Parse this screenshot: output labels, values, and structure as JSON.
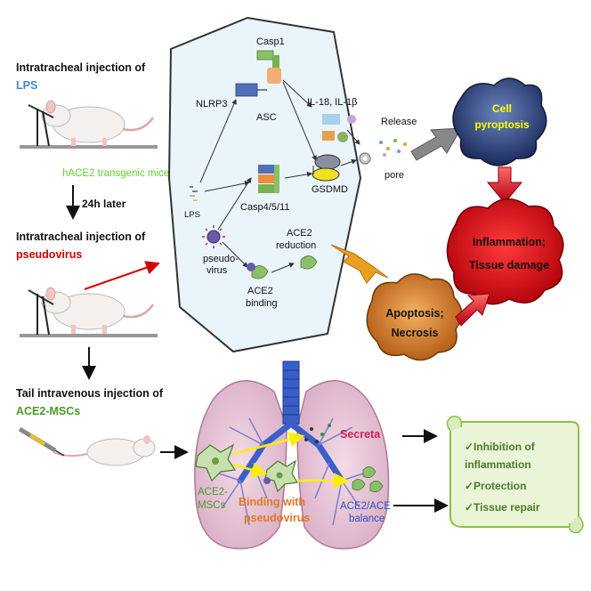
{
  "left": {
    "step1_line1": "Intratracheal injection of",
    "step1_agent": "LPS",
    "mice_label": "hACE2 transgenic mice",
    "delay": "24h later",
    "step2_line1": "Intratracheal injection of",
    "step2_agent": "pseudovirus",
    "step3_line1": "Tail intravenous injection of",
    "step3_agent": "ACE2-MSCs"
  },
  "mechanism": {
    "casp1": "Casp1",
    "nlrp3": "NLRP3",
    "asc": "ASC",
    "il": "IL-18, IL-1β",
    "release": "Release",
    "pore": "pore",
    "gsdmd": "GSDMD",
    "casp4511": "Casp4/5/11",
    "lps": "LPS",
    "pseudo_line1": "pseudo-",
    "pseudo_line2": "virus",
    "ace2red_line1": "ACE2",
    "ace2red_line2": "reduction",
    "ace2bind_line1": "ACE2",
    "ace2bind_line2": "binding"
  },
  "outcomes": {
    "pyro_line1": "Cell",
    "pyro_line2": "pyroptosis",
    "inflam_line1": "Inflammation;",
    "inflam_line2": "Tissue damage",
    "apop_line1": "Apoptosis;",
    "apop_line2": "Necrosis"
  },
  "lung": {
    "secreta": "Secreta",
    "msc_line1": "ACE2-",
    "msc_line2": "MSCs",
    "bind_line1": "Binding with",
    "bind_line2": "pseudovirus",
    "balance_line1": "ACE2/ACE",
    "balance_line2": "balance"
  },
  "scroll": {
    "item1_line1": "✓Inhibition of",
    "item1_line2": "inflammation",
    "item2": "✓Protection",
    "item3": "✓Tissue repair"
  },
  "colors": {
    "lps_blue": "#4a86c8",
    "mice_green": "#66cc33",
    "pseudovirus_red": "#cc0000",
    "msc_green": "#4a9a2a",
    "pyroptosis_yellow": "#ffff00",
    "inflammation_red": "#e0141e",
    "apoptosis_orange": "#d8782a",
    "secreta_red": "#d02050",
    "binding_orange": "#e07820",
    "balance_blue": "#3050c0",
    "scroll_fill": "#eaf5d8",
    "scroll_border": "#8cc04a"
  },
  "icons": [
    "mouse-icon",
    "syringe-icon",
    "lung-icon",
    "virus-icon",
    "msc-cell-icon",
    "pore-icon",
    "burst-arrow-icon"
  ]
}
